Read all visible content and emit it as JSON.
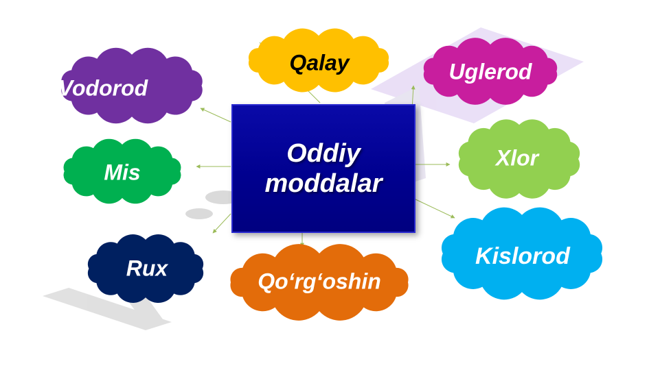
{
  "center": {
    "line1": "Oddiy",
    "line2": "moddalar",
    "color": "#00008f"
  },
  "clouds": [
    {
      "id": "vodorod",
      "label": "Vodorod",
      "color": "#7030a0",
      "text_color": "#ffffff"
    },
    {
      "id": "qalay",
      "label": "Qalay",
      "color": "#ffc000",
      "text_color": "#000000"
    },
    {
      "id": "uglerod",
      "label": "Uglerod",
      "color": "#c81e9e",
      "text_color": "#ffffff"
    },
    {
      "id": "mis",
      "label": "Mis",
      "color": "#00b050",
      "text_color": "#ffffff"
    },
    {
      "id": "xlor",
      "label": "Xlor",
      "color": "#92d050",
      "text_color": "#ffffff"
    },
    {
      "id": "rux",
      "label": "Rux",
      "color": "#002060",
      "text_color": "#ffffff"
    },
    {
      "id": "qorgoshin",
      "label": "Qo‘rg‘oshin",
      "color": "#e36c0a",
      "text_color": "#ffffff"
    },
    {
      "id": "kislorod",
      "label": "Kislorod",
      "color": "#00b0f0",
      "text_color": "#ffffff"
    }
  ],
  "connector_color": "#9bbb59",
  "watermark_color": "#c0c0c0"
}
